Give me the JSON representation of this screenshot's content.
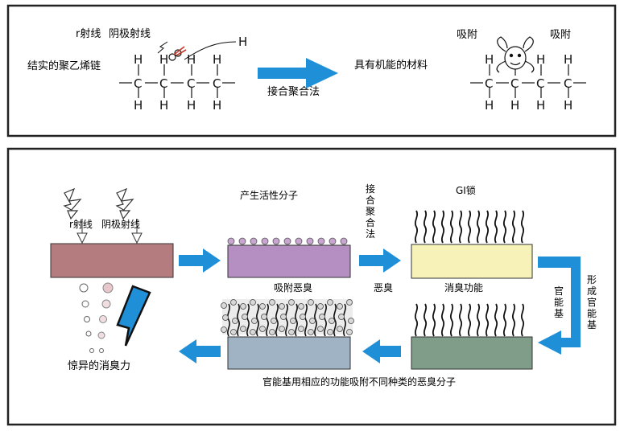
{
  "top_panel": {
    "radiation_label": "r射线",
    "cathode_label": "阴极射线",
    "chain_label": "结实的聚乙烯链",
    "grafting_label": "接合聚合法",
    "result_label": "具有机能的材料",
    "adsorb_left": "吸附",
    "adsorb_right": "吸附",
    "atom_h": "H",
    "atom_c": "C"
  },
  "bottom_panel": {
    "radiation_label": "r射线",
    "cathode_label": "阴极射线",
    "active_molecules": "产生活性分子",
    "grafting_vertical": [
      "接",
      "合",
      "聚",
      "合",
      "法"
    ],
    "lock_label": "GI锁",
    "adsorb_odor": "吸附恶臭",
    "odor_label": "恶臭",
    "deodor_function": "消臭功能",
    "functional_group_vertical": [
      "官",
      "能",
      "基"
    ],
    "form_functional_vertical": [
      "形",
      "成",
      "官",
      "能",
      "基"
    ],
    "amazing_power": "惊异的消臭力",
    "bottom_caption": "官能基用相应的功能吸附不同种类的恶臭分子"
  },
  "colors": {
    "arrow_blue": "#1f8fd8",
    "base_red": "#b47c7f",
    "active_purple": "#b58fc2",
    "lock_yellow": "#f7f3b8",
    "deodor_green": "#7f9d88",
    "adsorb_gray": "#9fb3c4"
  }
}
